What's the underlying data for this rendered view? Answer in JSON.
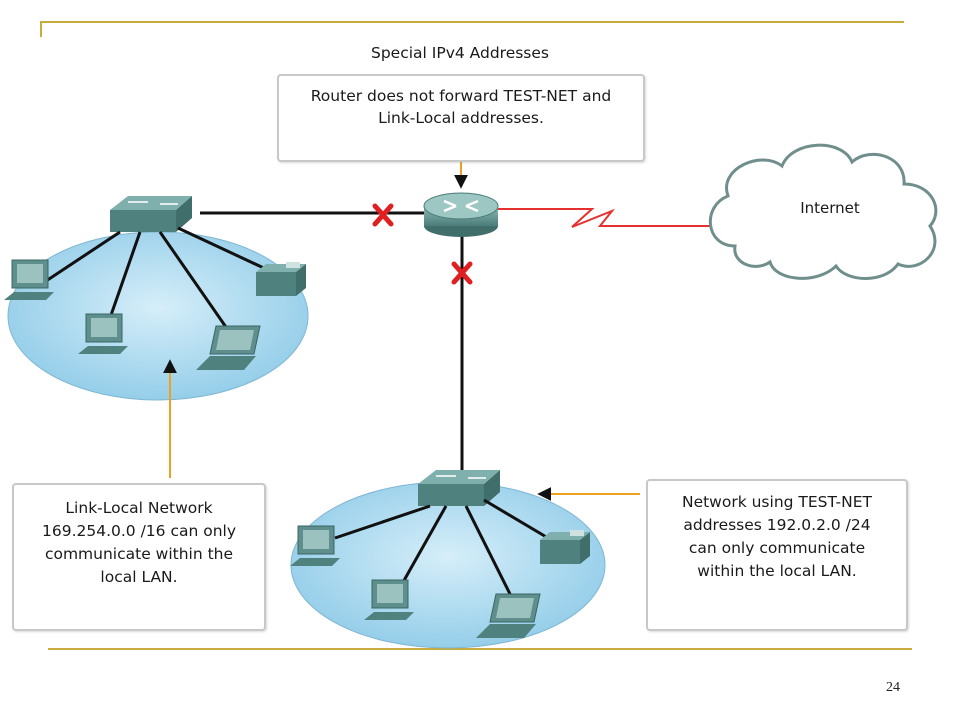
{
  "diagram": {
    "title": "Special IPv4 Addresses",
    "router_note": {
      "lines": [
        "Router does not forward TEST-NET and",
        "Link-Local addresses."
      ]
    },
    "cloud_label": "Internet",
    "link_local_note": {
      "lines": [
        "Link-Local Network",
        "169.254.0.0 /16 can only",
        "communicate within the",
        "local LAN."
      ]
    },
    "test_net_note": {
      "lines": [
        "Network using TEST-NET",
        "addresses 192.0.2.0 /24",
        "can only communicate",
        "within the local LAN."
      ]
    },
    "blocked_marks": [
      "blocked-link-local",
      "blocked-test-net"
    ]
  },
  "page_number": "24",
  "colors": {
    "frame": "#c9aa3c",
    "lan_fill": "#a9d8ef",
    "device": "#5e8f8c",
    "link": "#111111",
    "wan_link": "#e53030",
    "block_mark": "#e02020",
    "callout_arrow": "#f0a020"
  }
}
